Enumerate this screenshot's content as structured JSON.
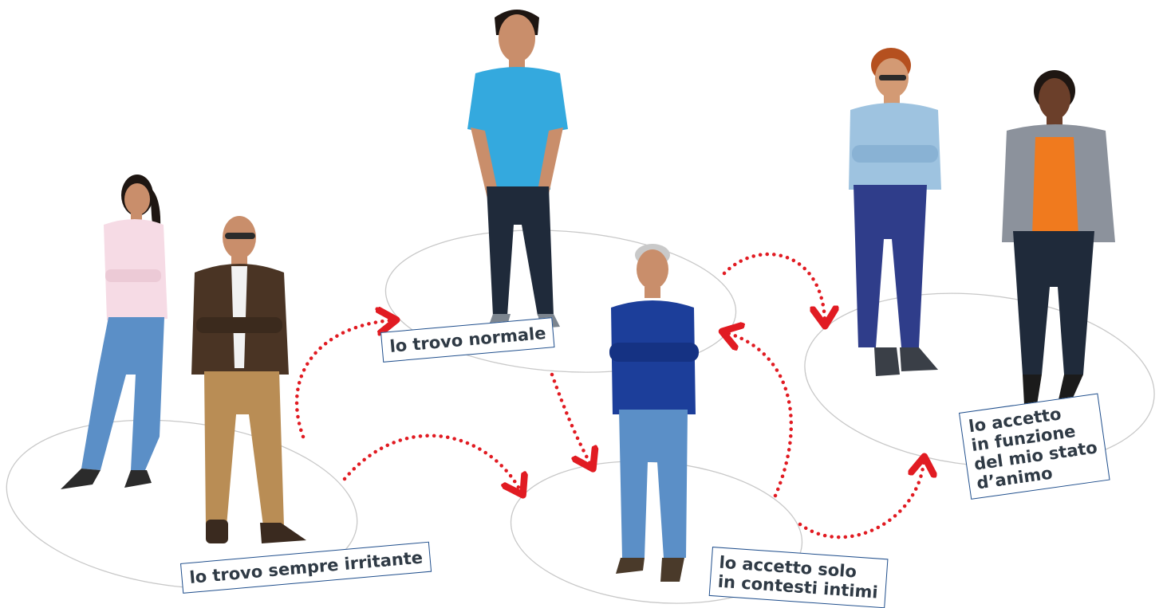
{
  "labels": {
    "normale": "lo trovo normale",
    "irritante": "lo trovo sempre irritante",
    "intimi": "lo accetto solo\nin contesti intimi",
    "funzione": "lo accetto\nin funzione\ndel mio stato\nd’animo"
  },
  "colors": {
    "arrow": "#e11b22",
    "ellipse": "#c8c8c8",
    "label_border": "#1f4e8c",
    "label_text": "#2f3a45",
    "skin": "#c98e6b",
    "skin_dark": "#6b3f2a",
    "hair_dark": "#1e1612",
    "hair_grey": "#c9c9c9",
    "jeans": "#5b8fc7",
    "jeans_dark": "#2f3d8a",
    "pants_navy": "#1f2a3a",
    "pants_khaki": "#b98d55",
    "shirt_pink": "#f6dbe5",
    "jacket_brown": "#4a3424",
    "polo_blue": "#34a9de",
    "sweater_blue": "#1c3e9a",
    "denim_jacket": "#9ec3e0",
    "blazer_grey": "#8c929c",
    "top_orange": "#f07a1e",
    "shoe_dark": "#2b2b2b"
  }
}
